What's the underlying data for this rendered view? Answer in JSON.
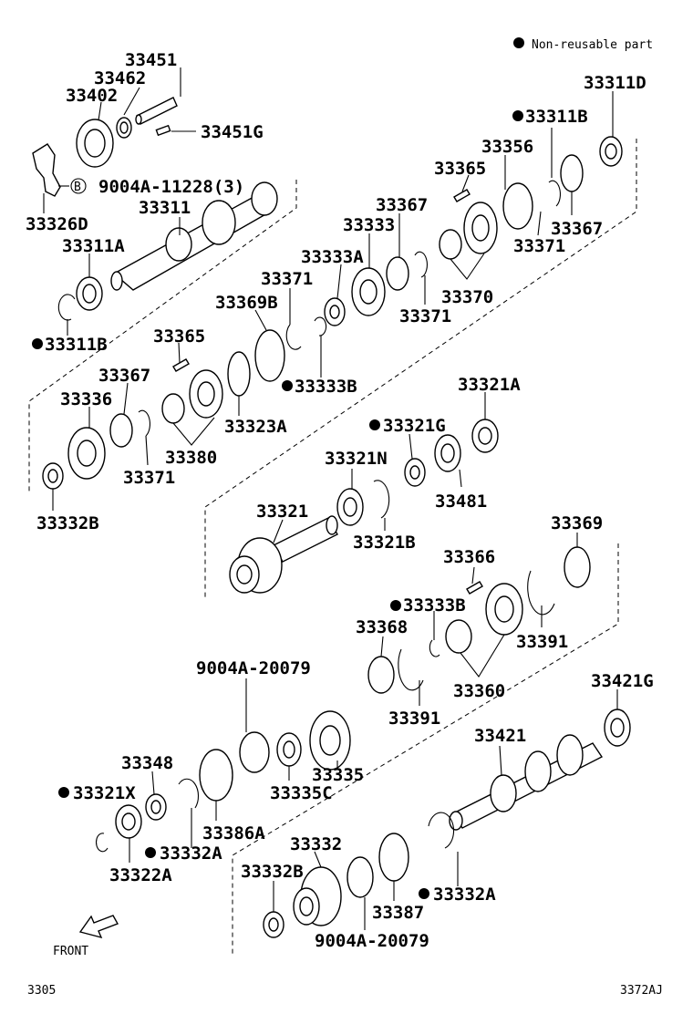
{
  "legend": {
    "marker": "●",
    "text": "Non-reusable part"
  },
  "footer": {
    "left": "3305",
    "right": "3372AJ"
  },
  "front_label": "FRONT",
  "labels": [
    {
      "id": "33451",
      "text": "33451"
    },
    {
      "id": "33462",
      "text": "33462"
    },
    {
      "id": "33402",
      "text": "33402"
    },
    {
      "id": "33451G",
      "text": "33451G"
    },
    {
      "id": "9004A-11228",
      "text": "9004A-11228(3)"
    },
    {
      "id": "33326D",
      "text": "33326D"
    },
    {
      "id": "33311",
      "text": "33311"
    },
    {
      "id": "33311A",
      "text": "33311A"
    },
    {
      "id": "33311B_left",
      "text": "33311B"
    },
    {
      "id": "33311D",
      "text": "33311D"
    },
    {
      "id": "33311B_top",
      "text": "33311B"
    },
    {
      "id": "33356",
      "text": "33356"
    },
    {
      "id": "33365_top",
      "text": "33365"
    },
    {
      "id": "33367_a",
      "text": "33367"
    },
    {
      "id": "33333",
      "text": "33333"
    },
    {
      "id": "33333A",
      "text": "33333A"
    },
    {
      "id": "33371_a",
      "text": "33371"
    },
    {
      "id": "33369B",
      "text": "33369B"
    },
    {
      "id": "33367_b",
      "text": "33367"
    },
    {
      "id": "33371_b",
      "text": "33371"
    },
    {
      "id": "33370",
      "text": "33370"
    },
    {
      "id": "33371_c",
      "text": "33371"
    },
    {
      "id": "33365_mid",
      "text": "33365"
    },
    {
      "id": "33333B_a",
      "text": "33333B"
    },
    {
      "id": "33367_c",
      "text": "33367"
    },
    {
      "id": "33336",
      "text": "33336"
    },
    {
      "id": "33323A",
      "text": "33323A"
    },
    {
      "id": "33380",
      "text": "33380"
    },
    {
      "id": "33371_d",
      "text": "33371"
    },
    {
      "id": "33332B_a",
      "text": "33332B"
    },
    {
      "id": "33321A",
      "text": "33321A"
    },
    {
      "id": "33321G",
      "text": "33321G"
    },
    {
      "id": "33321N",
      "text": "33321N"
    },
    {
      "id": "33481",
      "text": "33481"
    },
    {
      "id": "33321",
      "text": "33321"
    },
    {
      "id": "33321B",
      "text": "33321B"
    },
    {
      "id": "33369",
      "text": "33369"
    },
    {
      "id": "33366",
      "text": "33366"
    },
    {
      "id": "33333B_b",
      "text": "33333B"
    },
    {
      "id": "33368",
      "text": "33368"
    },
    {
      "id": "33391_a",
      "text": "33391"
    },
    {
      "id": "33391_b",
      "text": "33391"
    },
    {
      "id": "33360",
      "text": "33360"
    },
    {
      "id": "9004A-20079_a",
      "text": "9004A-20079"
    },
    {
      "id": "33421G",
      "text": "33421G"
    },
    {
      "id": "33335",
      "text": "33335"
    },
    {
      "id": "33335C",
      "text": "33335C"
    },
    {
      "id": "33348",
      "text": "33348"
    },
    {
      "id": "33421",
      "text": "33421"
    },
    {
      "id": "33321X",
      "text": "33321X"
    },
    {
      "id": "33386A",
      "text": "33386A"
    },
    {
      "id": "33332A_a",
      "text": "33332A"
    },
    {
      "id": "33322A",
      "text": "33322A"
    },
    {
      "id": "33332",
      "text": "33332"
    },
    {
      "id": "33332B_b",
      "text": "33332B"
    },
    {
      "id": "33387",
      "text": "33387"
    },
    {
      "id": "33332A_b",
      "text": "33332A"
    },
    {
      "id": "9004A-20079_b",
      "text": "9004A-20079"
    }
  ]
}
